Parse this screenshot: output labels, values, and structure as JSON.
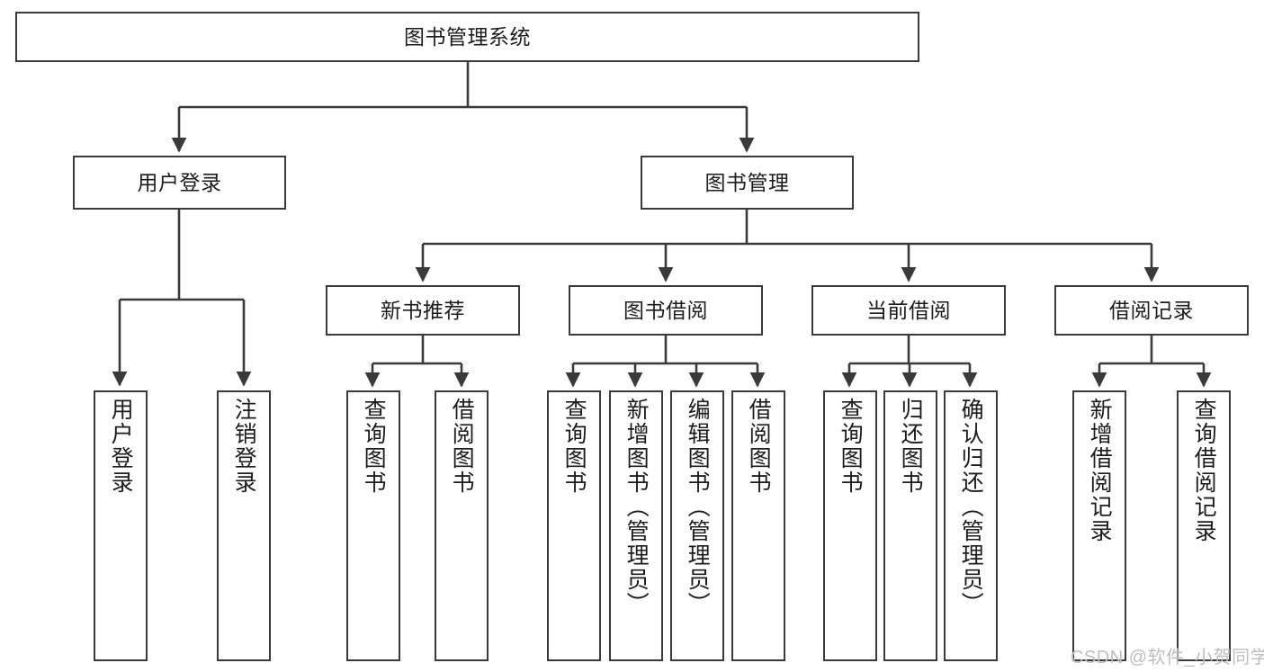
{
  "diagram": {
    "title": "图书管理系统",
    "type": "hierarchy-tree",
    "levels": 4,
    "root": {
      "id": "root",
      "label": "图书管理系统",
      "orientation": "horizontal"
    },
    "level2": [
      {
        "id": "user-login",
        "label": "用户登录",
        "orientation": "horizontal"
      },
      {
        "id": "book-management",
        "label": "图书管理",
        "orientation": "horizontal"
      }
    ],
    "level3": [
      {
        "id": "new-book-recommend",
        "label": "新书推荐",
        "orientation": "horizontal"
      },
      {
        "id": "book-borrow",
        "label": "图书借阅",
        "orientation": "horizontal"
      },
      {
        "id": "current-borrow",
        "label": "当前借阅",
        "orientation": "horizontal"
      },
      {
        "id": "borrow-record",
        "label": "借阅记录",
        "orientation": "horizontal"
      }
    ],
    "leaves": [
      {
        "id": "leaf-user-login",
        "label": "用户登录",
        "parent": "user-login",
        "orientation": "vertical"
      },
      {
        "id": "leaf-logout",
        "label": "注销登录",
        "parent": "user-login",
        "orientation": "vertical"
      },
      {
        "id": "leaf-query-book-1",
        "label": "查询图书",
        "parent": "new-book-recommend",
        "orientation": "vertical"
      },
      {
        "id": "leaf-borrow-book-1",
        "label": "借阅图书",
        "parent": "new-book-recommend",
        "orientation": "vertical"
      },
      {
        "id": "leaf-query-book-2",
        "label": "查询图书",
        "parent": "book-borrow",
        "orientation": "vertical"
      },
      {
        "id": "leaf-add-book",
        "label": "新增图书（管理员）",
        "parent": "book-borrow",
        "orientation": "vertical"
      },
      {
        "id": "leaf-edit-book",
        "label": "编辑图书（管理员）",
        "parent": "book-borrow",
        "orientation": "vertical"
      },
      {
        "id": "leaf-borrow-book-2",
        "label": "借阅图书",
        "parent": "book-borrow",
        "orientation": "vertical"
      },
      {
        "id": "leaf-query-book-3",
        "label": "查询图书",
        "parent": "current-borrow",
        "orientation": "vertical"
      },
      {
        "id": "leaf-return-book",
        "label": "归还图书",
        "parent": "current-borrow",
        "orientation": "vertical"
      },
      {
        "id": "leaf-confirm-return",
        "label": "确认归还（管理员）",
        "parent": "current-borrow",
        "orientation": "vertical"
      },
      {
        "id": "leaf-add-record",
        "label": "新增借阅记录",
        "parent": "borrow-record",
        "orientation": "vertical"
      },
      {
        "id": "leaf-query-record",
        "label": "查询借阅记录",
        "parent": "borrow-record",
        "orientation": "vertical"
      }
    ],
    "colors": {
      "background": "#ffffff",
      "box_border": "#3a3a3a",
      "box_fill": "#ffffff",
      "connector": "#3a3a3a",
      "text": "#1c1c1c",
      "watermark": "#bdbdbd"
    }
  },
  "watermark": {
    "text": "CSDN @软件_小贺同学"
  }
}
